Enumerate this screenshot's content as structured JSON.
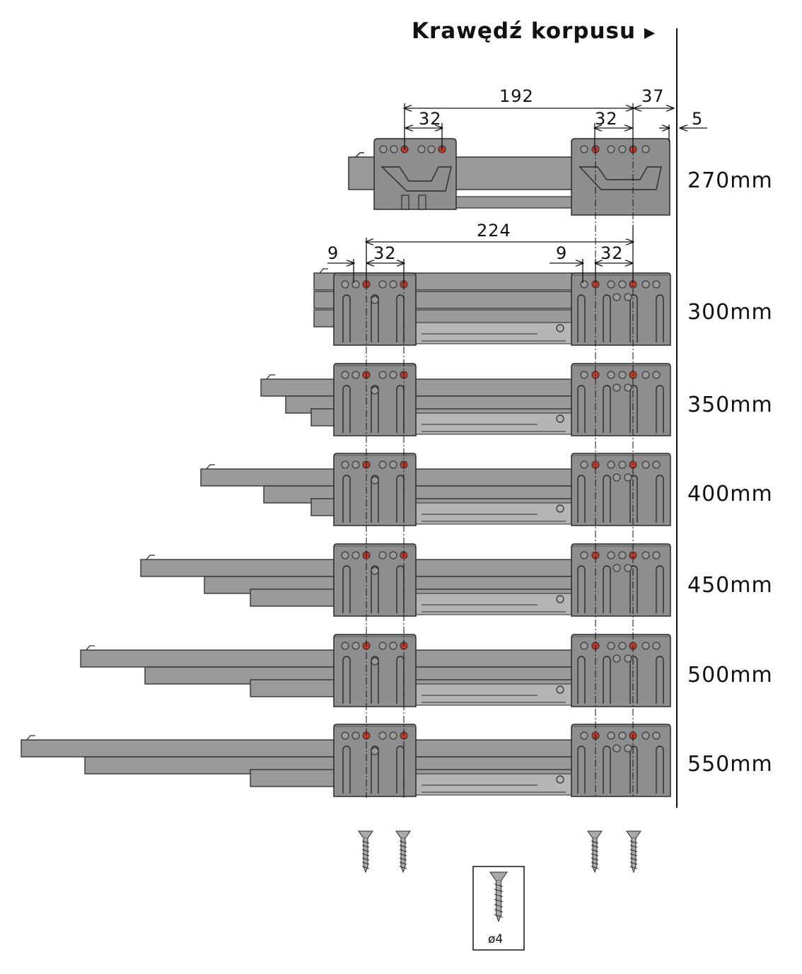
{
  "title": "Krawędź korpusu",
  "title_marker_icon": "triangle-right-icon",
  "dimensions": {
    "top_span": "192",
    "top_pitch_rear": "32",
    "top_pitch_front": "32",
    "top_front_offset": "37",
    "top_edge_offset": "5",
    "lower_span": "224",
    "lower_rear_offset": "9",
    "lower_pitch_rear": "32",
    "lower_front_offset": "9",
    "lower_pitch_front": "32"
  },
  "sizes": [
    {
      "label": "270mm",
      "length_mm": 270
    },
    {
      "label": "300mm",
      "length_mm": 300
    },
    {
      "label": "350mm",
      "length_mm": 350
    },
    {
      "label": "400mm",
      "length_mm": 400
    },
    {
      "label": "450mm",
      "length_mm": 450
    },
    {
      "label": "500mm",
      "length_mm": 500
    },
    {
      "label": "550mm",
      "length_mm": 550
    }
  ],
  "screw": {
    "label": "ø4",
    "icon": "screw-icon"
  },
  "colors": {
    "bracket": "#8e8e8e",
    "rail": "#9a9a9a",
    "outline": "#2a2a2a",
    "mount_hole": "#c0392b",
    "free_hole": "#9c9c9c"
  }
}
